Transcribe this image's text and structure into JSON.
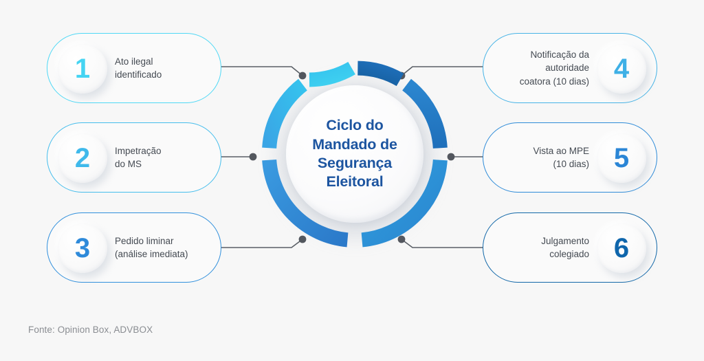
{
  "background_color": "#f7f7f7",
  "center": {
    "title": "Ciclo do\nMandado de\nSegurança\nEleitoral",
    "title_color": "#1d55a0"
  },
  "steps": [
    {
      "number": "1",
      "label": "Ato ilegal\nidentificado",
      "side": "left",
      "row": 1,
      "border_color": "#4ed8f5",
      "number_color": "#45d4f2",
      "segment_color_from": "#3fd0f0",
      "segment_color_to": "#35c3ee"
    },
    {
      "number": "2",
      "label": "Impetração\ndo MS",
      "side": "left",
      "row": 2,
      "border_color": "#44bdec",
      "number_color": "#3fb9eb",
      "segment_color_from": "#35c3ee",
      "segment_color_to": "#3aa5e5"
    },
    {
      "number": "3",
      "label": "Pedido liminar\n(análise imediata)",
      "side": "left",
      "row": 3,
      "border_color": "#2f8fdc",
      "number_color": "#2e8ada",
      "segment_color_from": "#3a9ae0",
      "segment_color_to": "#2b79c9"
    },
    {
      "number": "4",
      "label": "Notificação da\nautoridade\ncoatora (10 dias)",
      "side": "right",
      "row": 1,
      "border_color": "#46b3e6",
      "number_color": "#3fb0e6",
      "segment_color_from": "#2f9fe0",
      "segment_color_to": "#2b86cf"
    },
    {
      "number": "5",
      "label": "Vista ao MPE\n(10 dias)",
      "side": "right",
      "row": 2,
      "border_color": "#2e8bd8",
      "number_color": "#2b86d6",
      "segment_color_from": "#2b86cf",
      "segment_color_to": "#1f6fba"
    },
    {
      "number": "6",
      "label": "Julgamento\ncolegiado",
      "side": "right",
      "row": 3,
      "border_color": "#1167a8",
      "number_color": "#0f66ac",
      "segment_color_from": "#1f6fba",
      "segment_color_to": "#165f9f"
    }
  ],
  "connector": {
    "line_color": "#5a5f66",
    "dot_color": "#53575e"
  },
  "footer": {
    "source": "Fonte: Opinion Box, ADVBOX"
  }
}
